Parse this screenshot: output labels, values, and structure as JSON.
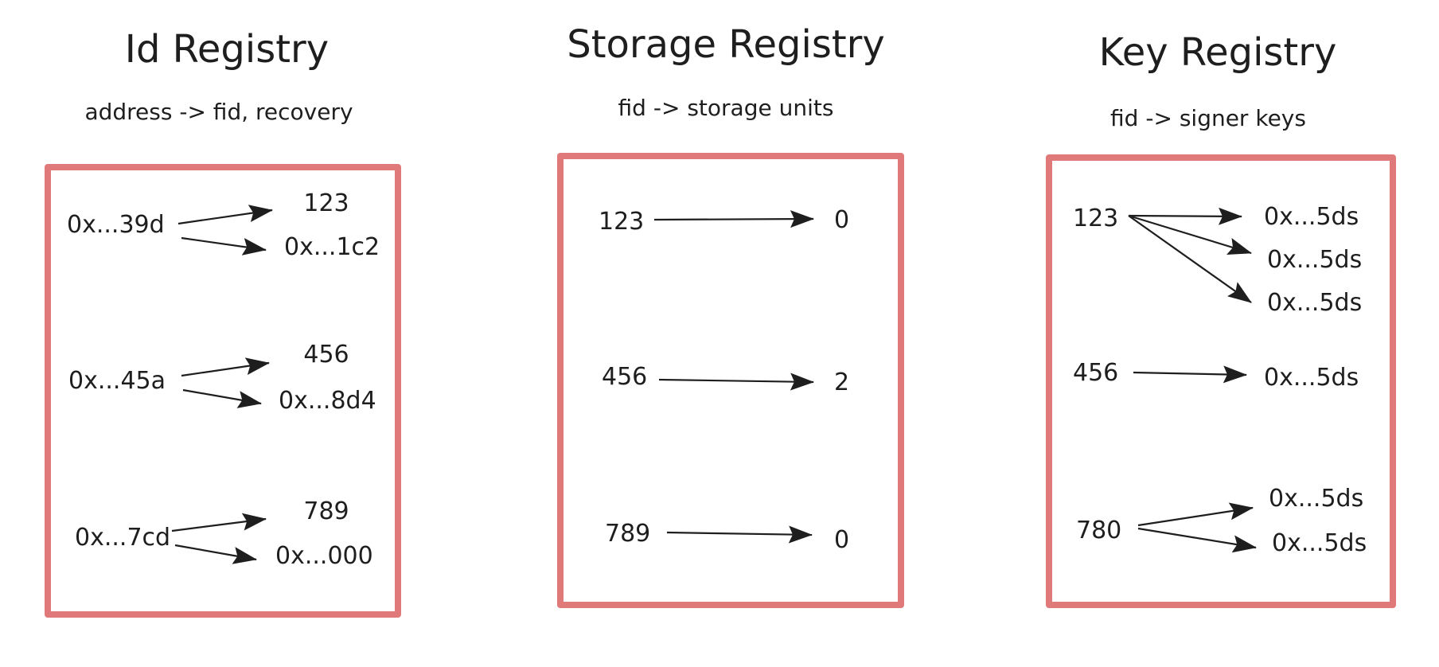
{
  "colors": {
    "panel_border": "#e07a7a",
    "ink": "#1e1e1e",
    "background": "#ffffff"
  },
  "registries": [
    {
      "id": "id",
      "title": "Id Registry",
      "subtitle": "address -> fid, recovery",
      "groups": [
        {
          "source": "0x...39d",
          "targets": [
            "123",
            "0x...1c2"
          ]
        },
        {
          "source": "0x...45a",
          "targets": [
            "456",
            "0x...8d4"
          ]
        },
        {
          "source": "0x...7cd",
          "targets": [
            "789",
            "0x...000"
          ]
        }
      ]
    },
    {
      "id": "storage",
      "title": "Storage Registry",
      "subtitle": "fid -> storage units",
      "groups": [
        {
          "source": "123",
          "targets": [
            "0"
          ]
        },
        {
          "source": "456",
          "targets": [
            "2"
          ]
        },
        {
          "source": "789",
          "targets": [
            "0"
          ]
        }
      ]
    },
    {
      "id": "key",
      "title": "Key Registry",
      "subtitle": "fid -> signer keys",
      "groups": [
        {
          "source": "123",
          "targets": [
            "0x...5ds",
            "0x...5ds",
            "0x...5ds"
          ]
        },
        {
          "source": "456",
          "targets": [
            "0x...5ds"
          ]
        },
        {
          "source": "780",
          "targets": [
            "0x...5ds",
            "0x...5ds"
          ]
        }
      ]
    }
  ]
}
